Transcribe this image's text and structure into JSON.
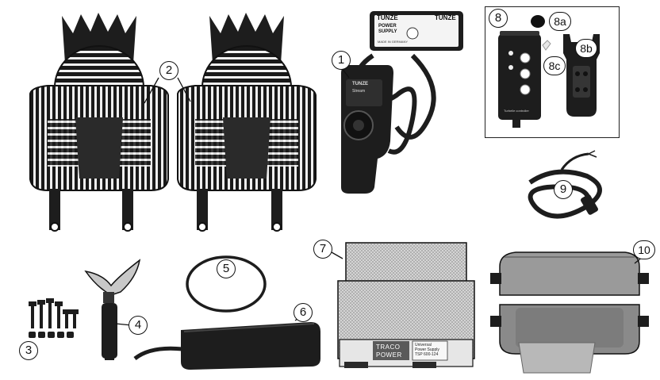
{
  "callouts": {
    "c1": "1",
    "c2": "2",
    "c3": "3",
    "c4": "4",
    "c5": "5",
    "c6": "6",
    "c7": "7",
    "c8": "8",
    "c8a": "8a",
    "c8b": "8b",
    "c8c": "8c",
    "c9": "9",
    "c10": "10"
  },
  "power_supply_box": {
    "brand_left": "TUNZE",
    "brand_right": "TUNZE",
    "line1": "POWER",
    "line2": "SUPPLY",
    "made_in": "MADE IN GERMANY"
  },
  "controller_plug": {
    "brand": "TUNZE",
    "model": "Stream"
  },
  "traco": {
    "brand_line1": "TRACO",
    "brand_line2": "POWER",
    "desc1": "Universal",
    "desc2": "Power Supply",
    "model": "TSP 600-124"
  },
  "controller_8": {
    "label": "Turbelle controller"
  },
  "colors": {
    "line": "#111111",
    "device_dark": "#1d1d1d",
    "device_mid": "#3a3a3a",
    "case_grey": "#8c8c8c",
    "metal": "#bdbdbd"
  }
}
